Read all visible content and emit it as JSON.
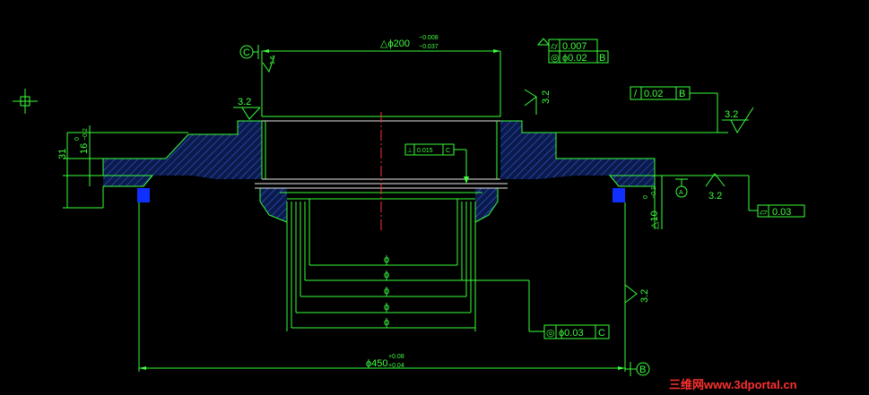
{
  "drawing": {
    "top_diameter": "△ϕ200",
    "top_tol_upper": "−0.008",
    "top_tol_lower": "−0.037",
    "bottom_diameter": "ϕ450",
    "bottom_tol_upper": "+0.08",
    "bottom_tol_lower": "+0.04",
    "datum_c": "C",
    "datum_a": "A",
    "datum_b": "B",
    "rough_16": "1.6",
    "rough_32": "3.2",
    "height_31": "31",
    "height_16": "16",
    "height_16_tol": "−0.2",
    "height_16_tol_top": "0",
    "height_10": "△10",
    "height_10_tol": "−0.1",
    "height_10_tol_top": "0",
    "phi": "ϕ",
    "fcf_top_sym": "⌭",
    "fcf_top_val1": "0.007",
    "fcf_top_sym2": "◎",
    "fcf_top_val2": "ϕ0.02",
    "fcf_top_ref": "B",
    "fcf_perp_sym": "⊥",
    "fcf_perp_val": "0.015",
    "fcf_perp_ref": "C",
    "fcf_runout_sym": "/",
    "fcf_runout_val": "0.02",
    "fcf_runout_ref": "B",
    "fcf_flat_sym": "▱",
    "fcf_flat_val": "0.03",
    "fcf_conc_sym": "◎",
    "fcf_conc_val": "ϕ0.03",
    "fcf_conc_ref": "C",
    "watermark": "三维网www.3dportal.cn"
  }
}
